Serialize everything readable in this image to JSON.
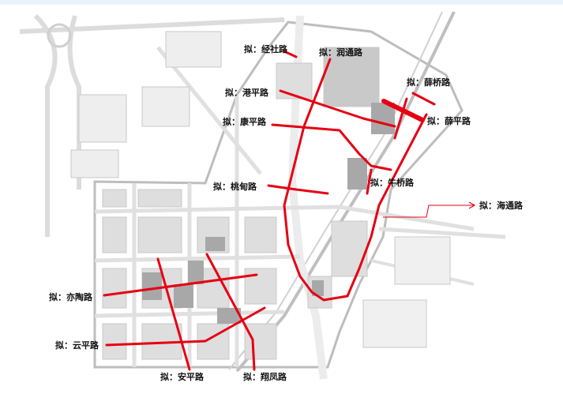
{
  "map": {
    "colors": {
      "proposed_road": "#e60012",
      "leader_line": "#e60012",
      "block_fill": "#d9d9d9",
      "block_fill_dark": "#b3b3b3",
      "road_casing": "#cfcfcf",
      "background": "#ffffff"
    },
    "roads": [
      {
        "id": "jingshe",
        "label": "拟：经社路"
      },
      {
        "id": "runtong",
        "label": "拟：润通路"
      },
      {
        "id": "xueqiao-1",
        "label": "拟：薛桥路"
      },
      {
        "id": "gangping",
        "label": "拟：港平路"
      },
      {
        "id": "xueping",
        "label": "拟：薛平路"
      },
      {
        "id": "kangping",
        "label": "拟：康平路"
      },
      {
        "id": "niuqiao",
        "label": "拟：牛桥路"
      },
      {
        "id": "taodian",
        "label": "拟：桃甸路"
      },
      {
        "id": "haitong",
        "label": "拟：海通路"
      },
      {
        "id": "yitao",
        "label": "拟：亦陶路"
      },
      {
        "id": "yunping",
        "label": "拟：云平路"
      },
      {
        "id": "anping",
        "label": "拟：安平路"
      },
      {
        "id": "xiangfeng",
        "label": "拟：翔凤路"
      }
    ]
  }
}
